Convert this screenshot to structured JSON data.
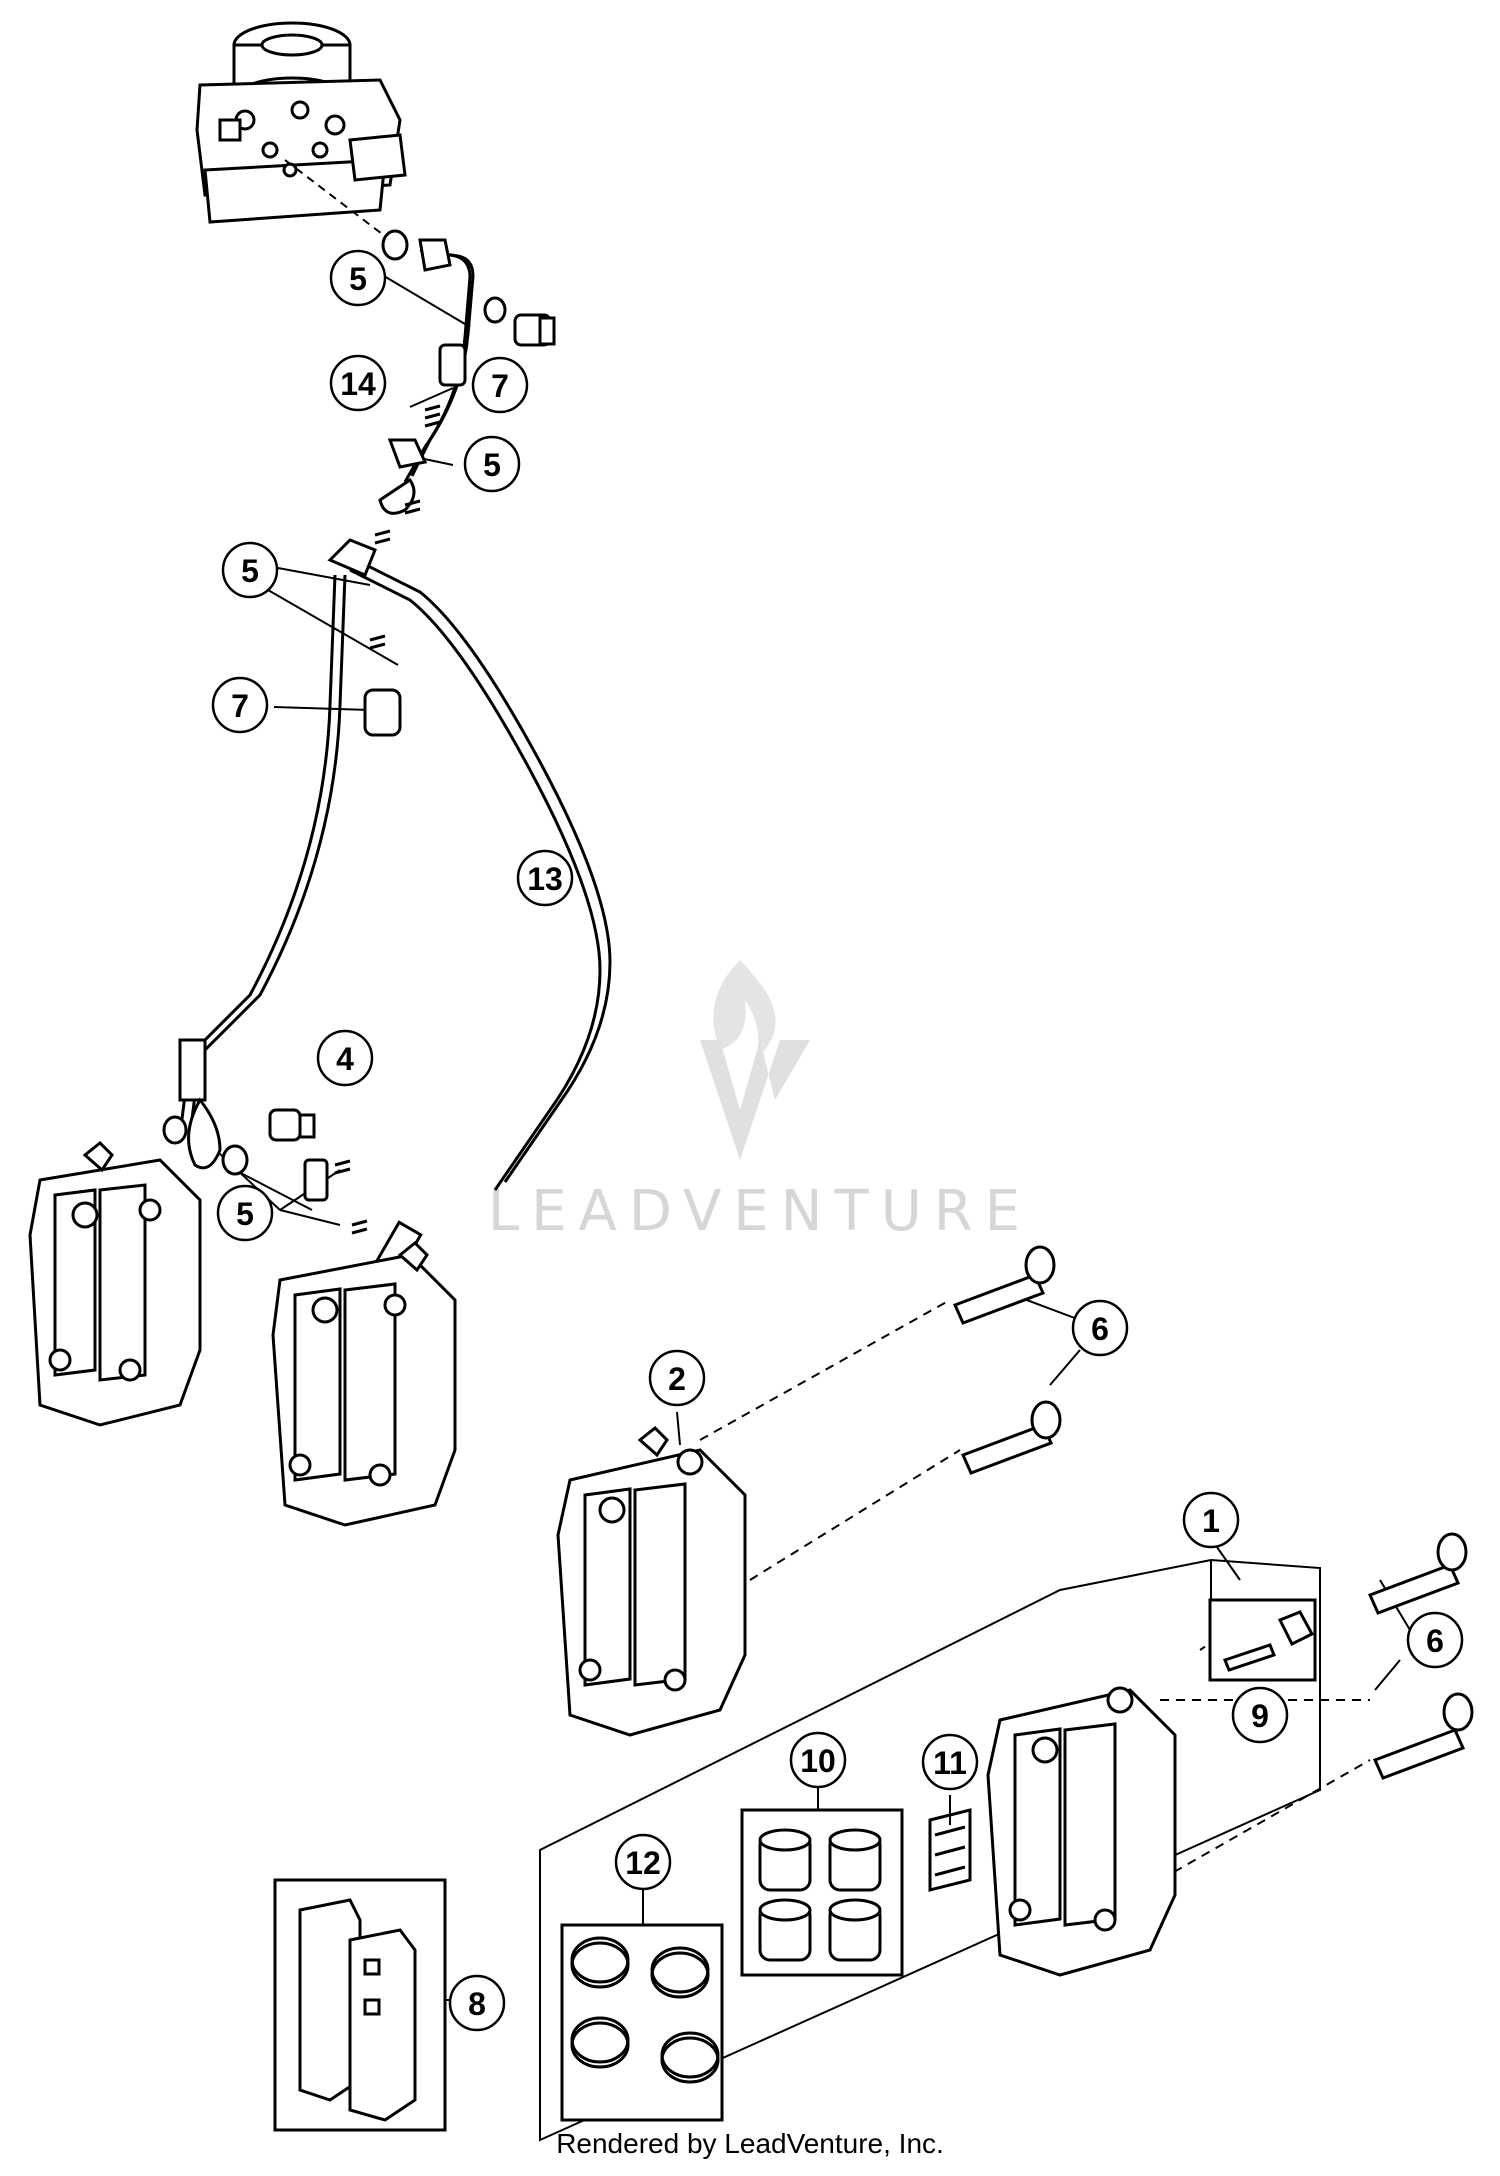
{
  "watermark": {
    "text": "LEADVENTURE"
  },
  "credit": "Rendered by LeadVenture, Inc.",
  "callouts": [
    {
      "id": "c5a",
      "label": "5"
    },
    {
      "id": "c14",
      "label": "14"
    },
    {
      "id": "c7a",
      "label": "7"
    },
    {
      "id": "c5b",
      "label": "5"
    },
    {
      "id": "c5c",
      "label": "5"
    },
    {
      "id": "c7b",
      "label": "7"
    },
    {
      "id": "c13",
      "label": "13"
    },
    {
      "id": "c4",
      "label": "4"
    },
    {
      "id": "c5d",
      "label": "5"
    },
    {
      "id": "c6a",
      "label": "6"
    },
    {
      "id": "c2",
      "label": "2"
    },
    {
      "id": "c1",
      "label": "1"
    },
    {
      "id": "c6b",
      "label": "6"
    },
    {
      "id": "c9",
      "label": "9"
    },
    {
      "id": "c10",
      "label": "10"
    },
    {
      "id": "c11",
      "label": "11"
    },
    {
      "id": "c12",
      "label": "12"
    },
    {
      "id": "c8",
      "label": "8"
    }
  ]
}
